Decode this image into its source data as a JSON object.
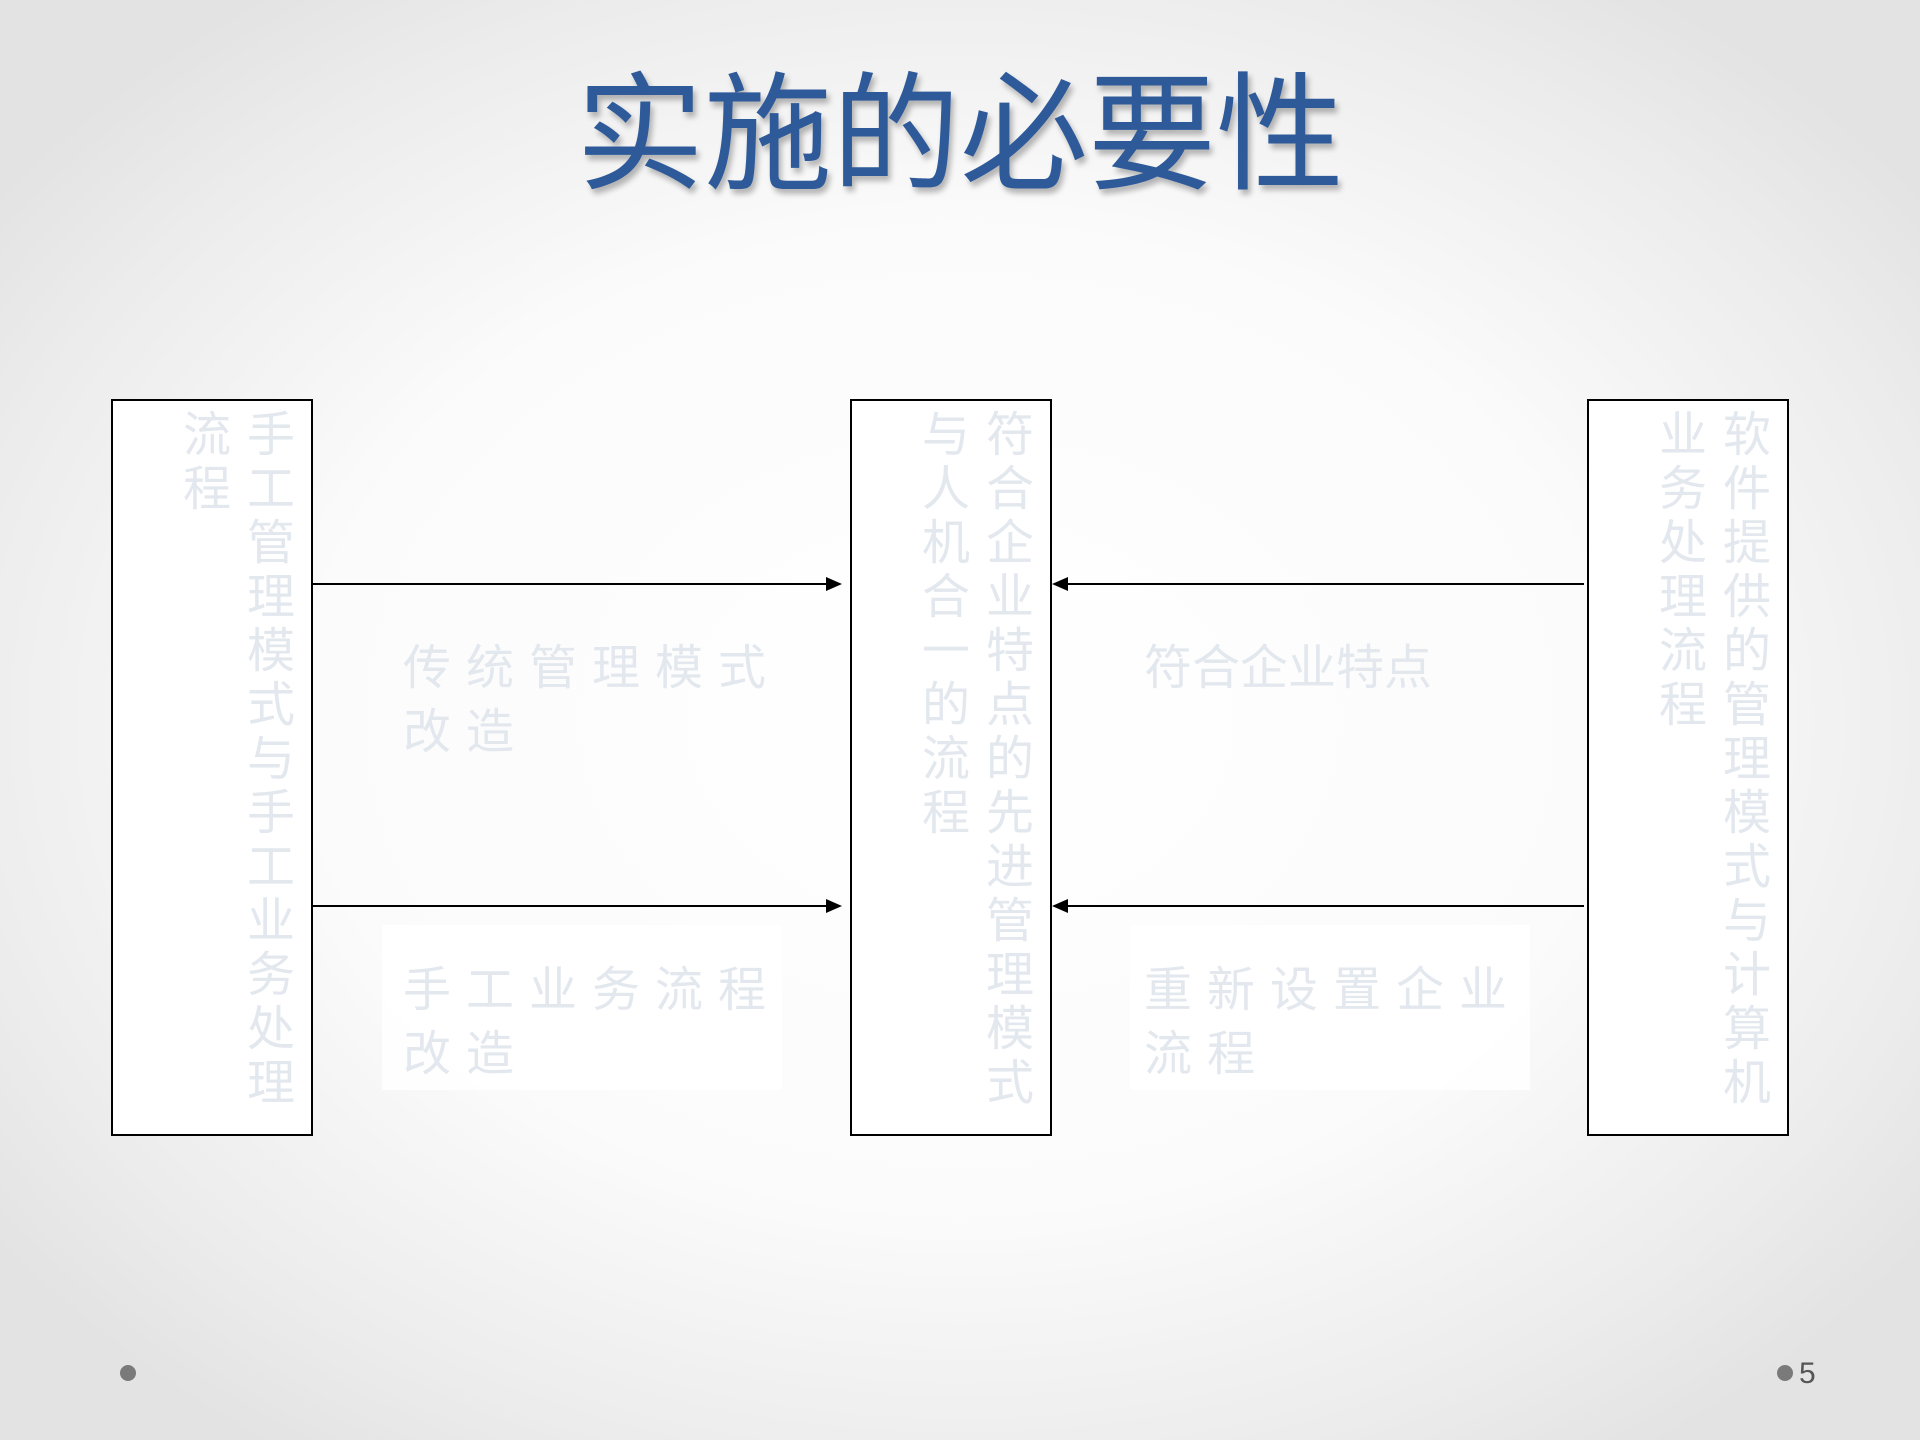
{
  "slide": {
    "title": "实施的必要性",
    "title_color": "#2E5A9A",
    "page_number": "5"
  },
  "diagram": {
    "boxes": [
      {
        "id": "left",
        "columns": [
          "手工管理模式与手工业务处理",
          "流程"
        ],
        "full_text": "手工管理模式与手工业务处理流程"
      },
      {
        "id": "middle",
        "columns": [
          "符合企业特点的先进管理模式",
          "与人机合一的流程"
        ],
        "full_text": "符合企业特点的先进管理模式与人机合一的流程"
      },
      {
        "id": "right",
        "columns": [
          "软件提供的管理模式与计算机",
          "业务处理流程"
        ],
        "full_text": "软件提供的管理模式与计算机业务处理流程"
      }
    ],
    "arrows": [
      {
        "from": "left",
        "to": "middle",
        "label": "传统管理模式改造"
      },
      {
        "from": "left",
        "to": "middle",
        "label": "手工业务流程改造"
      },
      {
        "from": "right",
        "to": "middle",
        "label": "符合企业特点"
      },
      {
        "from": "right",
        "to": "middle",
        "label": "重新设置企业流程"
      }
    ],
    "text_color": "#E3E8EF",
    "line_color": "#000000"
  }
}
